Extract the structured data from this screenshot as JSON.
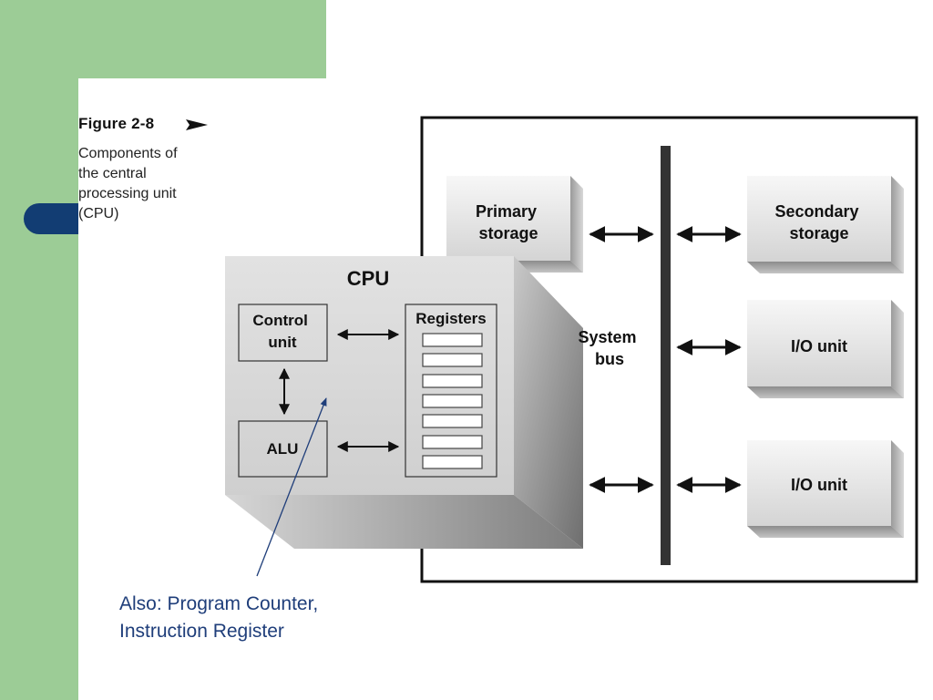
{
  "figure": {
    "title": "Figure 2-8",
    "caption": "Components of\nthe central\nprocessing unit\n(CPU)"
  },
  "diagram": {
    "primary_storage": "Primary\nstorage",
    "secondary_storage": "Secondary\nstorage",
    "io_unit_1": "I/O unit",
    "io_unit_2": "I/O unit",
    "system_bus": "System\nbus",
    "cpu_title": "CPU",
    "control_unit": "Control\nunit",
    "alu": "ALU",
    "registers": "Registers"
  },
  "annotation": "Also: Program Counter,\nInstruction Register",
  "colors": {
    "slide_green": "#9ccc96",
    "tab_blue": "#123d73",
    "annotation_blue": "#1f3e7a"
  }
}
